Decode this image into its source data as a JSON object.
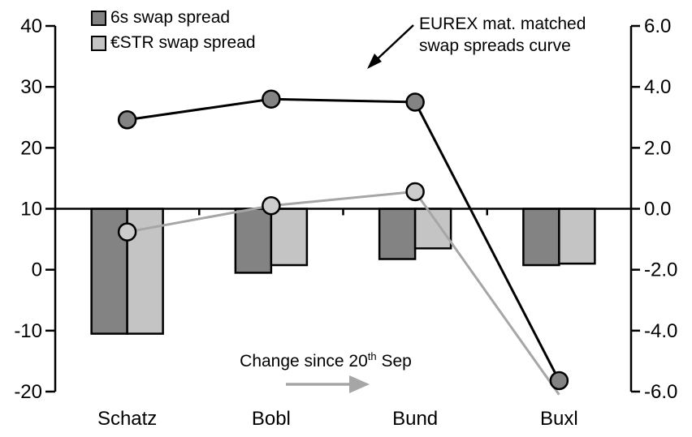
{
  "chart_data": {
    "type": "combo-bar-line",
    "categories": [
      "Schatz",
      "Bobl",
      "Bund",
      "Buxl"
    ],
    "left_axis": {
      "tick_labels": [
        "40",
        "30",
        "20",
        "10",
        "0",
        "-10",
        "-20"
      ],
      "tick_values": [
        40,
        30,
        20,
        10,
        0,
        -10,
        -20
      ],
      "min": -20,
      "max": 40
    },
    "right_axis": {
      "tick_labels": [
        "6.0",
        "4.0",
        "2.0",
        "0.0",
        "-2.0",
        "-4.0",
        "-6.0"
      ],
      "tick_values": [
        6,
        4,
        2,
        0,
        -2,
        -4,
        -6
      ],
      "min": -6,
      "max": 6
    },
    "bar_series": [
      {
        "name": "6s swap spread",
        "axis": "right",
        "fill": "#838383",
        "values": [
          -4.1,
          -2.1,
          -1.65,
          -1.85
        ]
      },
      {
        "name": "€STR swap spread",
        "axis": "right",
        "fill": "#c4c4c4",
        "values": [
          -4.1,
          -1.85,
          -1.3,
          -1.8
        ]
      }
    ],
    "line_series": [
      {
        "name": "EUREX mat. matched swap spreads curve (6s)",
        "axis": "left",
        "stroke": "#000000",
        "marker_fill": "#838383",
        "values": [
          24.6,
          28.0,
          27.5,
          -18.2
        ],
        "markers": [
          true,
          true,
          true,
          true
        ]
      },
      {
        "name": "€STR swap spreads curve",
        "axis": "left",
        "stroke": "#a6a6a6",
        "marker_fill": "#cccccc",
        "values": [
          6.2,
          10.5,
          12.8,
          -20.5
        ],
        "markers": [
          true,
          true,
          true,
          false
        ]
      }
    ],
    "legend": [
      {
        "label": "6s swap spread",
        "color": "#838383"
      },
      {
        "label": "€STR swap spread",
        "color": "#c4c4c4"
      }
    ],
    "annotations": {
      "curve_label_line1": "EUREX mat. matched",
      "curve_label_line2": "swap spreads curve",
      "change_before": "Change since 20",
      "change_sup": "th",
      "change_after": " Sep"
    },
    "colors": {
      "dark_gray": "#838383",
      "light_gray": "#c4c4c4",
      "gray_line": "#a6a6a6",
      "black": "#000000"
    }
  }
}
